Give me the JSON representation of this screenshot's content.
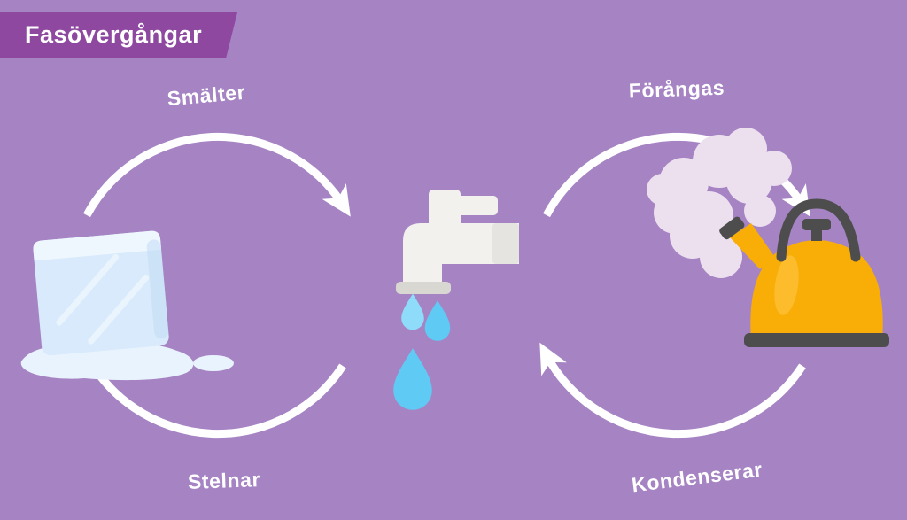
{
  "title": "Fasövergångar",
  "labels": {
    "melt": "Smälter",
    "evaporate": "Förångas",
    "solidify": "Stelnar",
    "condense": "Kondenserar"
  },
  "illustrations": {
    "left": "ice-cube-icon",
    "center": "dripping-faucet-icon",
    "right": "steaming-kettle-icon"
  },
  "colors": {
    "background": "#a684c4",
    "banner": "#8e48a0",
    "arrow": "#ffffff",
    "label_text": "#ffffff",
    "ice": "#d8eafb",
    "ice_top": "#eef6fe",
    "puddle": "#e9f3fd",
    "water": "#5fcaf4",
    "water_light": "#8edcf9",
    "faucet": "#f2f1ee",
    "faucet_shadow": "#d9d7d2",
    "kettle": "#f8ae06",
    "kettle_highlight": "#ffc84d",
    "kettle_dark": "#4d4d4d",
    "steam": "#ece0ee"
  }
}
